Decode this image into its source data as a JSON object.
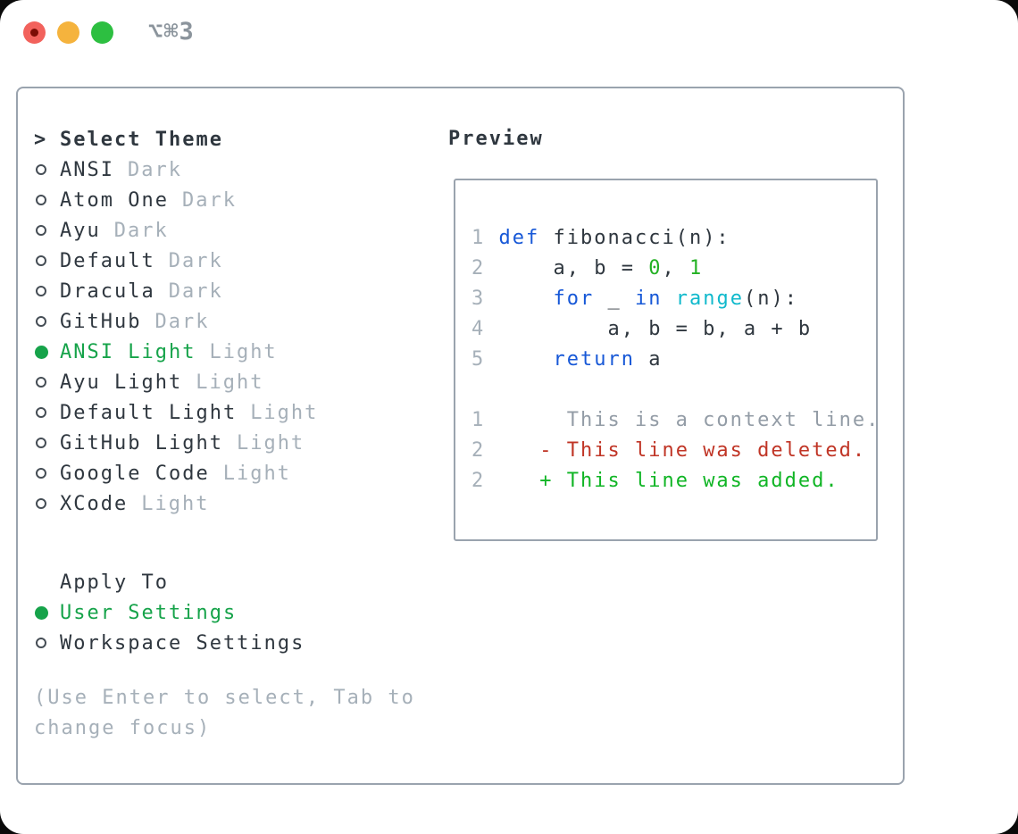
{
  "window": {
    "shortcut_label": "⌥⌘3"
  },
  "colors": {
    "text": "#2f373f",
    "muted": "#a6b0b9",
    "accent_green": "#16a34a",
    "keyword_blue": "#1758d7",
    "builtin_cyan": "#10b9cc",
    "code_number_green": "#23b123",
    "diff_added_green": "#10b525",
    "diff_deleted_red": "#c03526",
    "border_gray": "#9aa3ae",
    "traffic_red": "#f2625c",
    "traffic_yellow": "#f5b33d",
    "traffic_green": "#2dbf41"
  },
  "theme_panel": {
    "cursor": ">",
    "title": "Select Theme",
    "themes": [
      {
        "name": "ANSI",
        "tag": "Dark",
        "selected": false
      },
      {
        "name": "Atom One",
        "tag": "Dark",
        "selected": false
      },
      {
        "name": "Ayu",
        "tag": "Dark",
        "selected": false
      },
      {
        "name": "Default",
        "tag": "Dark",
        "selected": false
      },
      {
        "name": "Dracula",
        "tag": "Dark",
        "selected": false
      },
      {
        "name": "GitHub",
        "tag": "Dark",
        "selected": false
      },
      {
        "name": "ANSI Light",
        "tag": "Light",
        "selected": true
      },
      {
        "name": "Ayu Light",
        "tag": "Light",
        "selected": false
      },
      {
        "name": "Default Light",
        "tag": "Light",
        "selected": false
      },
      {
        "name": "GitHub Light",
        "tag": "Light",
        "selected": false
      },
      {
        "name": "Google Code",
        "tag": "Light",
        "selected": false
      },
      {
        "name": "XCode",
        "tag": "Light",
        "selected": false
      }
    ],
    "apply_to": {
      "title": "Apply To",
      "options": [
        {
          "name": "User Settings",
          "selected": true
        },
        {
          "name": "Workspace Settings",
          "selected": false
        }
      ]
    },
    "help_text": "(Use Enter to select, Tab to change focus)"
  },
  "preview": {
    "title": "Preview",
    "code_lines": [
      [
        [
          "1 ",
          "lineno"
        ],
        [
          "def",
          "keyword"
        ],
        [
          " fibonacci(n):",
          "plain"
        ]
      ],
      [
        [
          "2 ",
          "lineno"
        ],
        [
          "    a, b = ",
          "plain"
        ],
        [
          "0",
          "number"
        ],
        [
          ", ",
          "plain"
        ],
        [
          "1",
          "number"
        ]
      ],
      [
        [
          "3 ",
          "lineno"
        ],
        [
          "    ",
          "plain"
        ],
        [
          "for",
          "keyword"
        ],
        [
          " _ ",
          "plain"
        ],
        [
          "in",
          "keyword"
        ],
        [
          " ",
          "plain"
        ],
        [
          "range",
          "builtin"
        ],
        [
          "(n):",
          "plain"
        ]
      ],
      [
        [
          "4 ",
          "lineno"
        ],
        [
          "        a, b = b, a + b",
          "plain"
        ]
      ],
      [
        [
          "5 ",
          "lineno"
        ],
        [
          "    ",
          "plain"
        ],
        [
          "return",
          "keyword"
        ],
        [
          " a",
          "plain"
        ]
      ],
      [],
      [
        [
          "1 ",
          "lineno"
        ],
        [
          "     This is a context line.",
          "context"
        ]
      ],
      [
        [
          "2 ",
          "lineno"
        ],
        [
          "   ",
          "plain"
        ],
        [
          "- This line was deleted.",
          "deleted"
        ]
      ],
      [
        [
          "2 ",
          "lineno"
        ],
        [
          "   ",
          "plain"
        ],
        [
          "+ This line was added.",
          "added"
        ]
      ]
    ]
  }
}
